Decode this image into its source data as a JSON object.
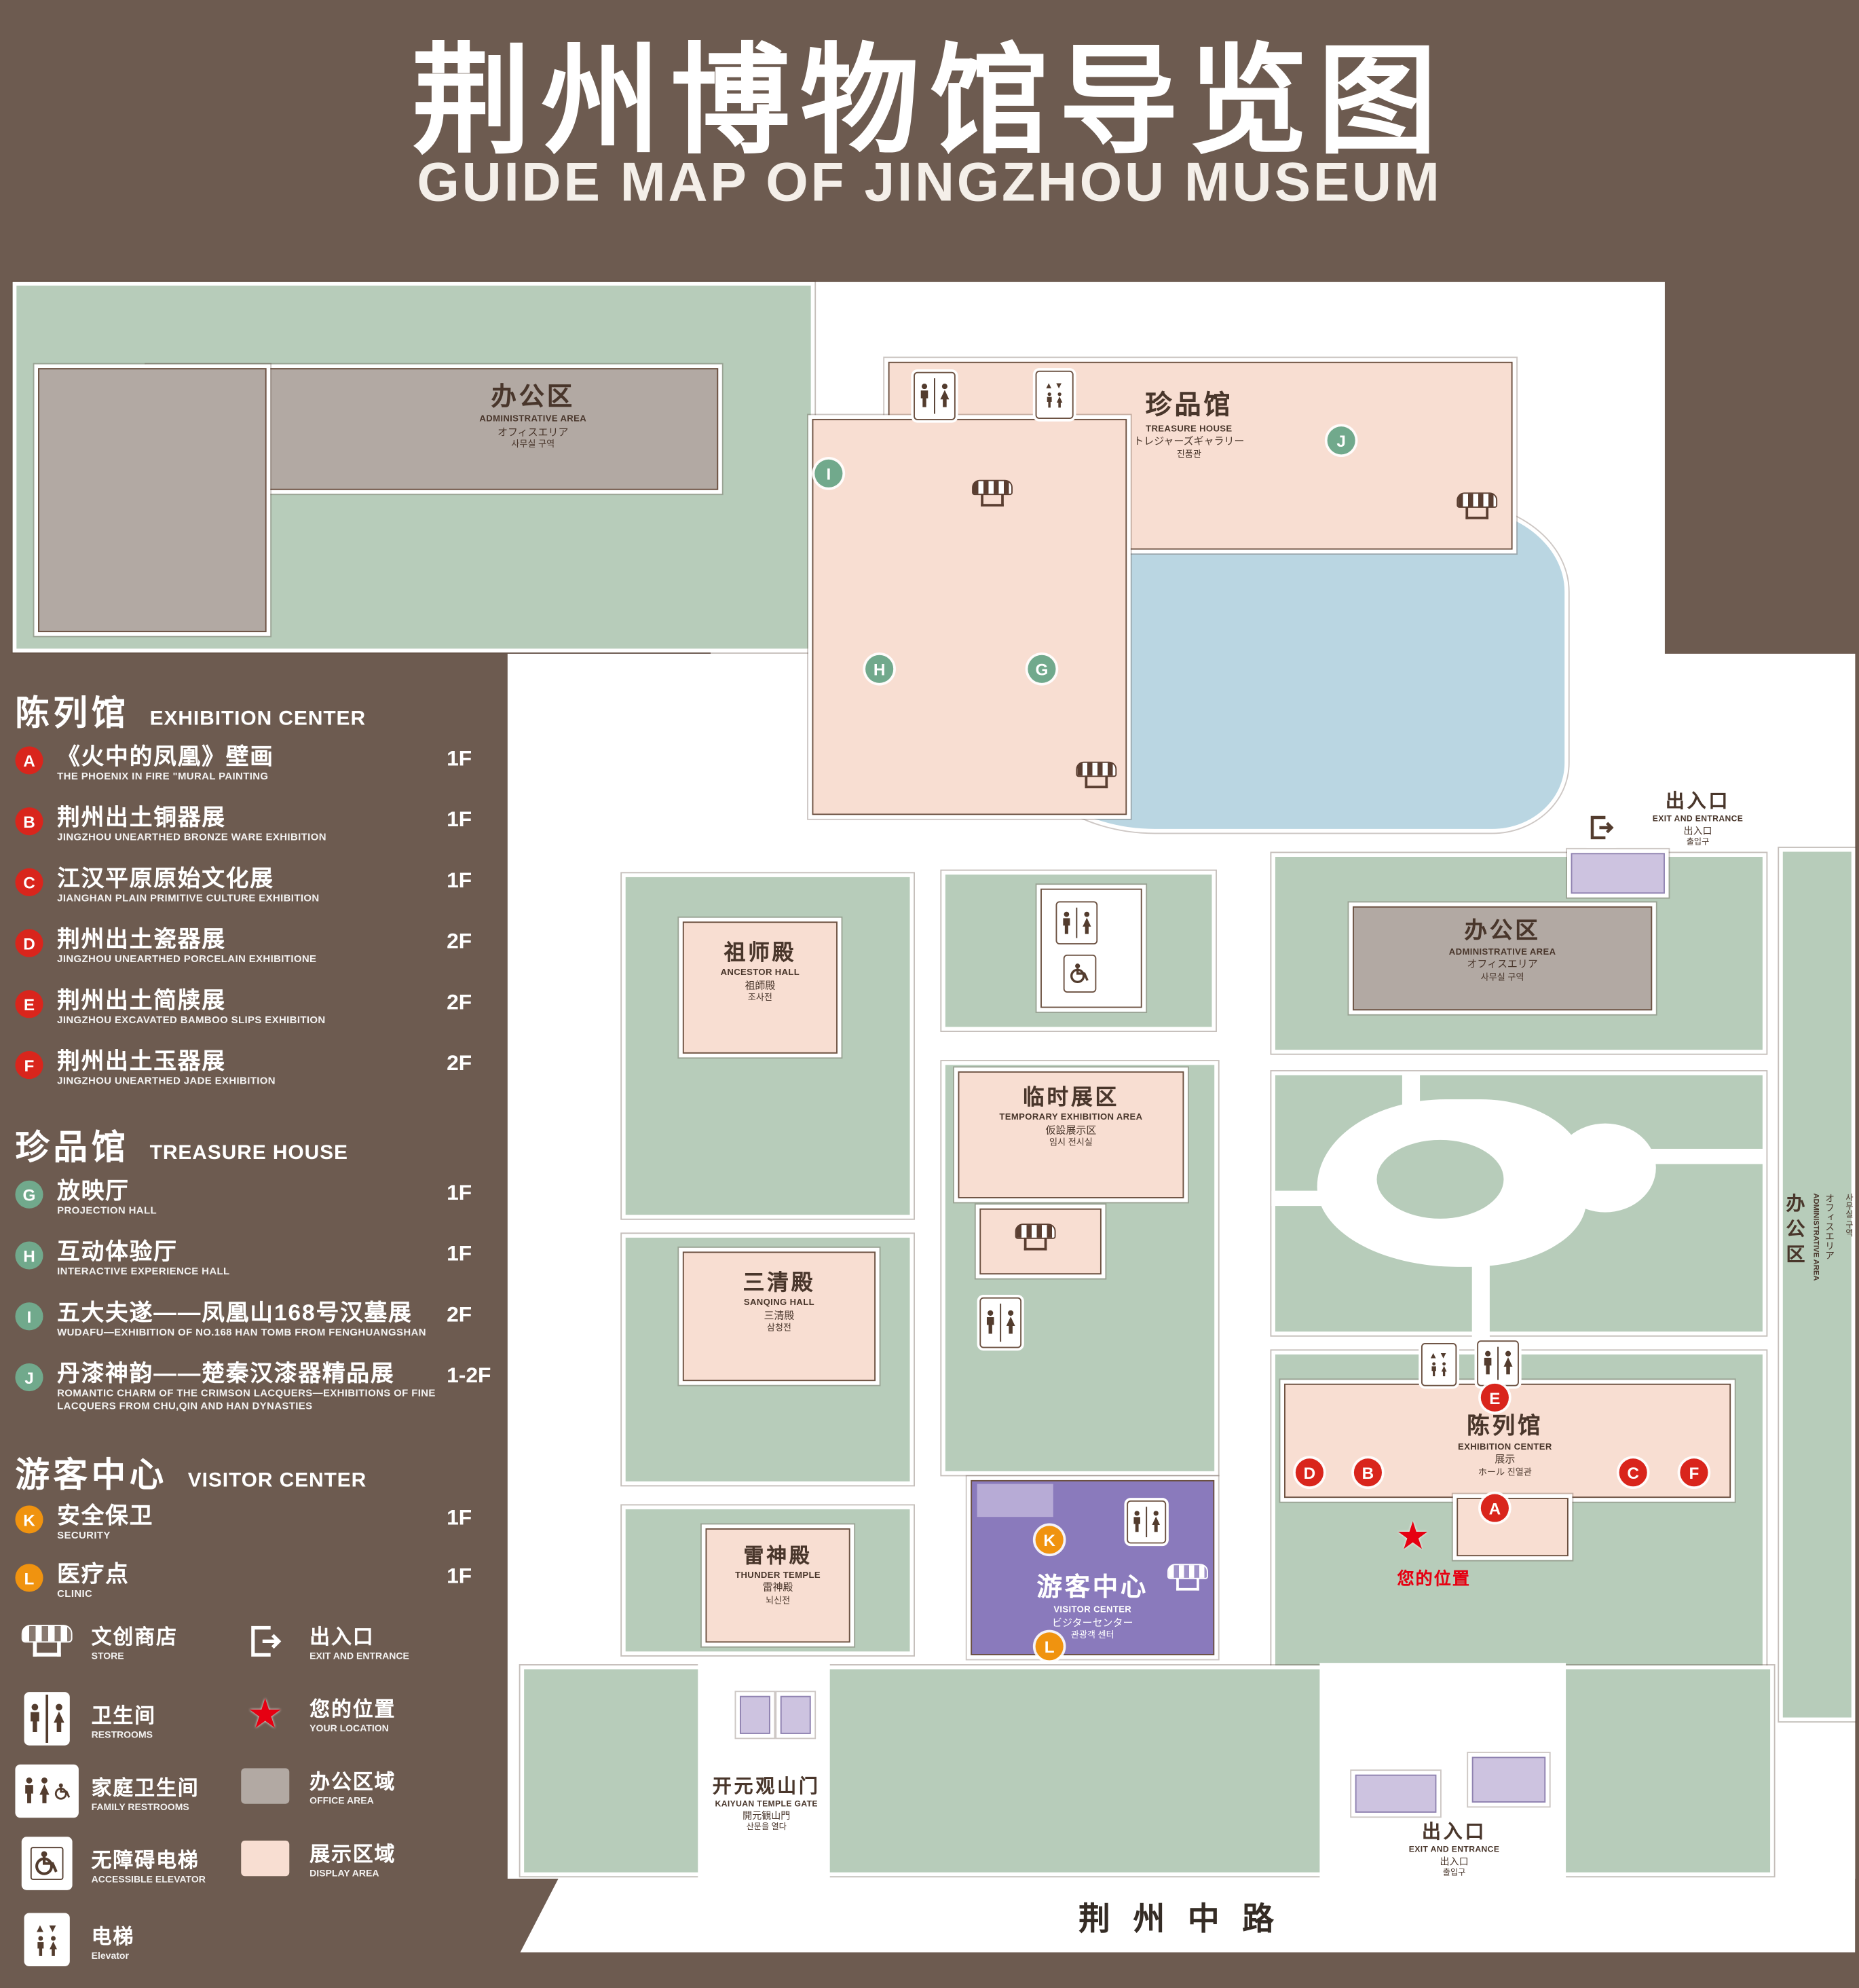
{
  "header": {
    "title_zh": "荆州博物馆导览图",
    "title_en": "GUIDE MAP OF JINGZHOU MUSEUM"
  },
  "legend": {
    "sections": [
      {
        "zh": "陈列馆",
        "en": "EXHIBITION CENTER",
        "items": [
          {
            "letter": "A",
            "zh": "《火中的凤凰》壁画",
            "en": "THE PHOENIX IN FIRE \"MURAL PAINTING",
            "floor": "1F"
          },
          {
            "letter": "B",
            "zh": "荆州出土铜器展",
            "en": "JINGZHOU UNEARTHED BRONZE WARE EXHIBITION",
            "floor": "1F"
          },
          {
            "letter": "C",
            "zh": "江汉平原原始文化展",
            "en": "JIANGHAN PLAIN PRIMITIVE CULTURE EXHIBITION",
            "floor": "1F"
          },
          {
            "letter": "D",
            "zh": "荆州出土瓷器展",
            "en": "JINGZHOU UNEARTHED PORCELAIN EXHIBITIONE",
            "floor": "2F"
          },
          {
            "letter": "E",
            "zh": "荆州出土简牍展",
            "en": "JINGZHOU EXCAVATED BAMBOO SLIPS EXHIBITION",
            "floor": "2F"
          },
          {
            "letter": "F",
            "zh": "荆州出土玉器展",
            "en": "JINGZHOU UNEARTHED JADE EXHIBITION",
            "floor": "2F"
          }
        ]
      },
      {
        "zh": "珍品馆",
        "en": "TREASURE HOUSE",
        "items": [
          {
            "letter": "G",
            "zh": "放映厅",
            "en": "PROJECTION HALL",
            "floor": "1F"
          },
          {
            "letter": "H",
            "zh": "互动体验厅",
            "en": "INTERACTIVE EXPERIENCE HALL",
            "floor": "1F"
          },
          {
            "letter": "I",
            "zh": "五大夫遂——凤凰山168号汉墓展",
            "en": "WUDAFU—EXHIBITION OF NO.168 HAN TOMB FROM FENGHUANGSHAN",
            "floor": "2F"
          },
          {
            "letter": "J",
            "zh": "丹漆神韵——楚秦汉漆器精品展",
            "en": "ROMANTIC CHARM OF THE CRIMSON LACQUERS—EXHIBITIONS OF FINE LACQUERS FROM CHU,QIN AND HAN DYNASTIES",
            "floor": "1-2F"
          }
        ]
      },
      {
        "zh": "游客中心",
        "en": "VISITOR CENTER",
        "items": [
          {
            "letter": "K",
            "zh": "安全保卫",
            "en": "SECURITY",
            "floor": "1F"
          },
          {
            "letter": "L",
            "zh": "医疗点",
            "en": "CLINIC",
            "floor": "1F"
          }
        ]
      }
    ],
    "symbols": [
      {
        "zh": "文创商店",
        "en": "STORE"
      },
      {
        "zh": "出入口",
        "en": "EXIT AND ENTRANCE"
      },
      {
        "zh": "卫生间",
        "en": "RESTROOMS"
      },
      {
        "zh": "您的位置",
        "en": "YOUR LOCATION"
      },
      {
        "zh": "家庭卫生间",
        "en": "FAMILY RESTROOMS"
      },
      {
        "zh": "办公区域",
        "en": "OFFICE AREA"
      },
      {
        "zh": "无障碍电梯",
        "en": "ACCESSIBLE ELEVATOR"
      },
      {
        "zh": "展示区域",
        "en": "DISPLAY AREA"
      },
      {
        "zh": "电梯",
        "en": "Elevator"
      }
    ]
  },
  "map": {
    "buildings": {
      "admin_nw": {
        "zh": "办公区",
        "en": "ADMINISTRATIVE AREA",
        "ja": "オフィスエリア",
        "ko": "사무실 구역"
      },
      "treasure": {
        "zh": "珍品馆",
        "en": "TREASURE HOUSE",
        "ja": "トレジャーズギャラリー",
        "ko": "진품관"
      },
      "admin_e": {
        "zh": "办公区",
        "en": "ADMINISTRATIVE AREA",
        "ja": "オフィスエリア",
        "ko": "사무실 구역"
      },
      "admin_far_e": {
        "zh": "办公区",
        "en": "ADMINISTRATIVE AREA",
        "ja": "オフィスエリア",
        "ko": "사무실 구역"
      },
      "ancestor": {
        "zh": "祖师殿",
        "en": "ANCESTOR HALL",
        "ja": "祖師殿",
        "ko": "조사전"
      },
      "temporary": {
        "zh": "临时展区",
        "en": "TEMPORARY EXHIBITION AREA",
        "ja": "仮設展示区",
        "ko": "임시 전시실"
      },
      "sanqing": {
        "zh": "三清殿",
        "en": "SANQING HALL",
        "ja": "三清殿",
        "ko": "삼청전"
      },
      "thunder": {
        "zh": "雷神殿",
        "en": "THUNDER TEMPLE",
        "ja": "雷神殿",
        "ko": "뇌신전"
      },
      "visitor": {
        "zh": "游客中心",
        "en": "VISITOR CENTER",
        "ja": "ビジターセンター",
        "ko": "관광객 센터"
      },
      "exhibition": {
        "zh": "陈列馆",
        "en": "EXHIBITION CENTER",
        "ja": "展示",
        "ko": "ホール 진열관"
      }
    },
    "labels": {
      "entrance_ne": {
        "zh": "出入口",
        "en": "EXIT AND ENTRANCE",
        "ja": "出入口",
        "ko": "출입구"
      },
      "entrance_s": {
        "zh": "出入口",
        "en": "EXIT AND ENTRANCE",
        "ja": "出入口",
        "ko": "출입구"
      },
      "gate": {
        "zh": "开元观山门",
        "en": "KAIYUAN TEMPLE GATE",
        "ja": "開元観山門",
        "ko": "산문을 열다"
      },
      "road": "荆州中路",
      "your_location": "您的位置"
    },
    "markers": [
      "A",
      "B",
      "C",
      "D",
      "E",
      "F",
      "G",
      "H",
      "I",
      "J",
      "K",
      "L"
    ]
  },
  "colors": {
    "background": "#6d5b50",
    "lawn": "#b7ccba",
    "display_area": "#f8ded2",
    "office_area": "#b2a9a3",
    "visitor_center": "#8a7abc",
    "entrance_block": "#cdc3e0",
    "pond": "#bad6e2",
    "badge_red": "#d9251c",
    "badge_green": "#71a98c",
    "badge_orange": "#f0930f",
    "location_red": "#e60012"
  }
}
